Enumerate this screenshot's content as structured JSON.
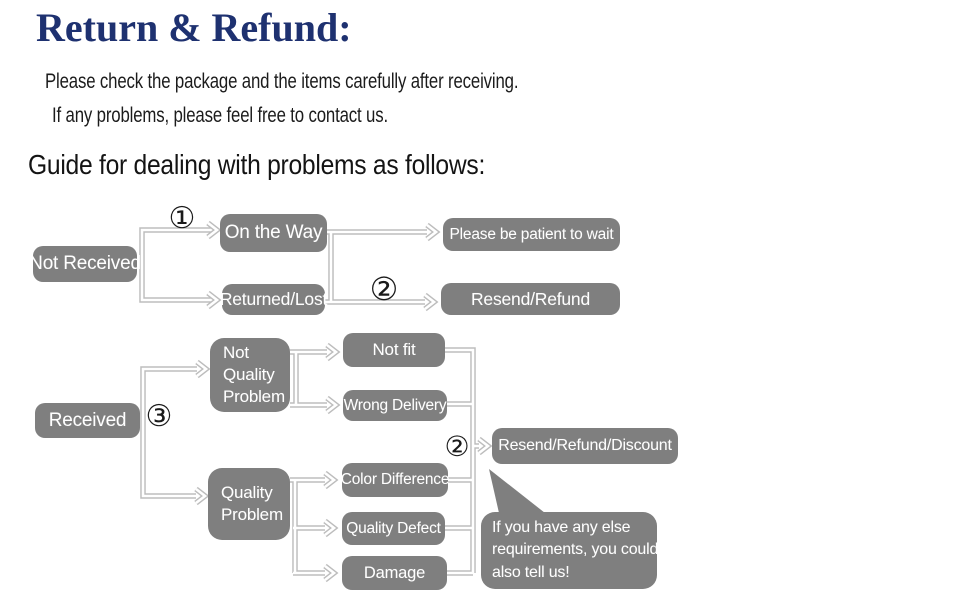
{
  "header": {
    "title": "Return & Refund:",
    "intro_lines": [
      "Please check the package and the items carefully after receiving.",
      "If any problems, please feel free to contact us."
    ],
    "guide_heading": "Guide for dealing with problems as follows:"
  },
  "colors": {
    "title_navy": "#1e3170",
    "box_gray": "#7f7f7f",
    "connector_gray": "#bdbdbd",
    "box_text": "#ffffff",
    "background": "#ffffff"
  },
  "flowchart": {
    "nodes": {
      "not_received": "Not Received",
      "on_the_way": "On the Way",
      "returned_lost": "Returned/Lost",
      "please_wait": "Please be patient to wait",
      "resend_refund": "Resend/Refund",
      "received": "Received",
      "not_quality_problem": {
        "lines": [
          "Not",
          "Quality",
          "Problem"
        ]
      },
      "not_fit": "Not fit",
      "wrong_delivery": "Wrong Delivery",
      "quality_problem": {
        "lines": [
          "Quality",
          "Problem"
        ]
      },
      "color_difference": "Color Difference",
      "quality_defect": "Quality Defect",
      "damage": "Damage",
      "resend_refund_discount": "Resend/Refund/Discount"
    },
    "markers": {
      "step_1": "①",
      "step_2_top": "②",
      "step_3": "③",
      "step_2_bottom": "②"
    },
    "speech_bubble": {
      "lines": [
        "If you have any else",
        "requirements, you could",
        "also tell us!"
      ]
    }
  }
}
